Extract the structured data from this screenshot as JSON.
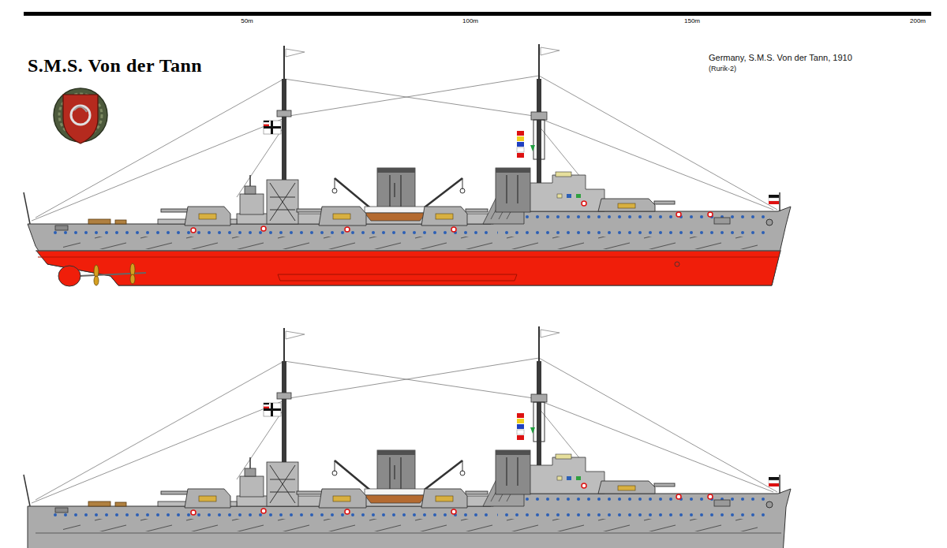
{
  "diagram": {
    "title": "S.M.S. Von der Tann",
    "labels": [
      "50m",
      "100m",
      "150m",
      "200m",
      "Germany, S.M.S. Von der Tann, 1910",
      "(Rurik-2)"
    ]
  }
}
